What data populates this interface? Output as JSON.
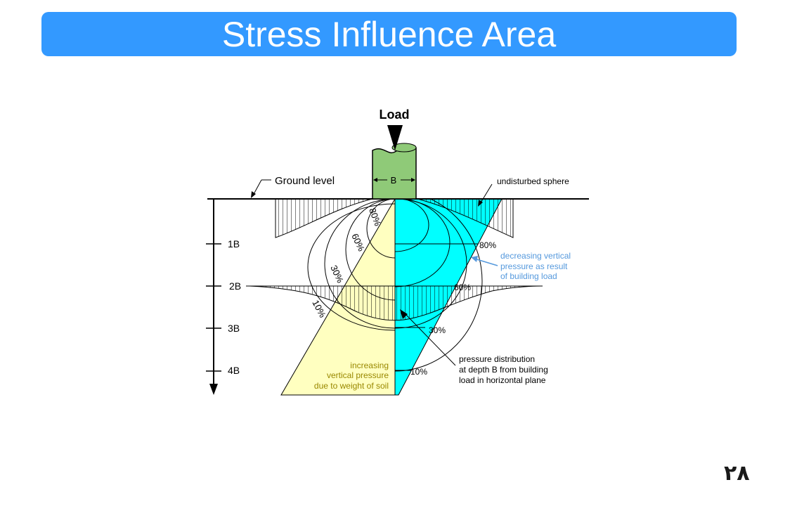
{
  "title": "Stress Influence Area",
  "load_label": "Load",
  "footing_width_label": "B",
  "ground_level_label": "Ground level",
  "undisturbed_label": "undisturbed sphere",
  "depth_labels": [
    "1B",
    "2B",
    "3B",
    "4B"
  ],
  "left_isobar_labels": [
    "80%",
    "60%",
    "30%",
    "10%"
  ],
  "right_isobar_labels": [
    "80%",
    "60%",
    "30%",
    "10%"
  ],
  "decreasing_note": [
    "decreasing vertical",
    "pressure as result",
    "of building load"
  ],
  "increasing_note": [
    "increasing",
    "vertical pressure",
    "due to weight of soil"
  ],
  "distribution_note": [
    "pressure distribution",
    "at depth B from building",
    "load in horizontal plane"
  ],
  "page_number": "٢٨",
  "colors": {
    "title_bar": "#3399ff",
    "footing": "#8fca78",
    "cyan_fill": "#00ffff",
    "yellow_fill": "#ffffc0",
    "blue_note": "#5599dd",
    "olive_note": "#998800"
  }
}
